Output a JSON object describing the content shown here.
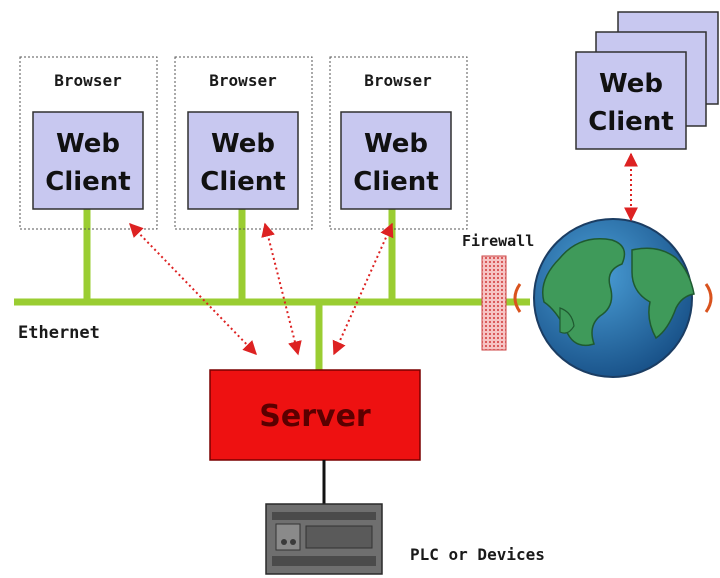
{
  "browsers": [
    {
      "frame_label": "Browser",
      "client_line1": "Web",
      "client_line2": "Client"
    },
    {
      "frame_label": "Browser",
      "client_line1": "Web",
      "client_line2": "Client"
    },
    {
      "frame_label": "Browser",
      "client_line1": "Web",
      "client_line2": "Client"
    }
  ],
  "remote_client": {
    "line1": "Web",
    "line2": "Client"
  },
  "labels": {
    "firewall": "Firewall",
    "ethernet": "Ethernet",
    "server": "Server",
    "plc": "PLC or Devices"
  },
  "colors": {
    "ethernet": "#9acd32",
    "client_fill": "#c8c8f0",
    "client_stroke": "#303030",
    "server": "#ee1111",
    "arrow": "#dd2222",
    "firewall": "#f2a8a8",
    "ocean": "#1f6fb0",
    "land": "#3f9a5a",
    "plc": "#6f6f6f"
  }
}
